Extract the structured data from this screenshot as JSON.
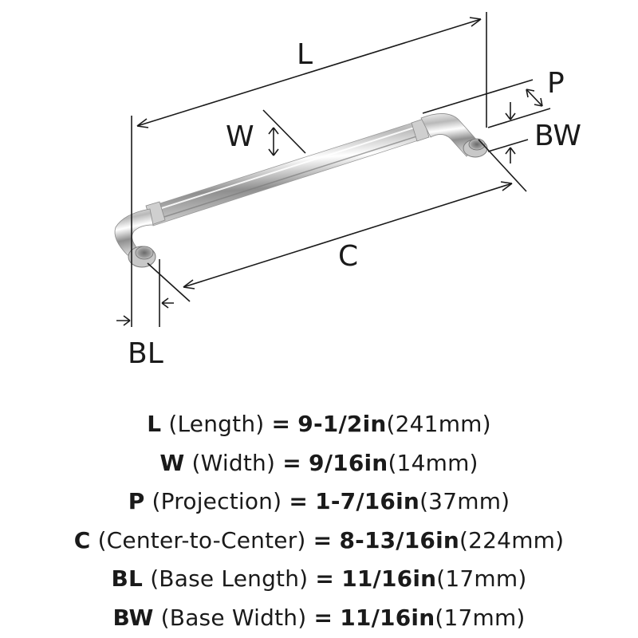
{
  "diagram": {
    "labels": {
      "L": "L",
      "W": "W",
      "P": "P",
      "BW": "BW",
      "C": "C",
      "BL": "BL"
    }
  },
  "specs": [
    {
      "abbr": "L",
      "name": "(Length)",
      "eq": "=",
      "imperial": "9-1/2in",
      "metric": "(241mm)"
    },
    {
      "abbr": "W",
      "name": "(Width)",
      "eq": "=",
      "imperial": "9/16in",
      "metric": "(14mm)"
    },
    {
      "abbr": "P",
      "name": "(Projection)",
      "eq": "=",
      "imperial": "1-7/16in",
      "metric": "(37mm)"
    },
    {
      "abbr": "C",
      "name": "(Center-to-Center)",
      "eq": "=",
      "imperial": "8-13/16in",
      "metric": "(224mm)"
    },
    {
      "abbr": "BL",
      "name": "(Base Length)",
      "eq": "=",
      "imperial": "11/16in",
      "metric": "(17mm)"
    },
    {
      "abbr": "BW",
      "name": "(Base Width)",
      "eq": "=",
      "imperial": "11/16in",
      "metric": "(17mm)"
    }
  ]
}
